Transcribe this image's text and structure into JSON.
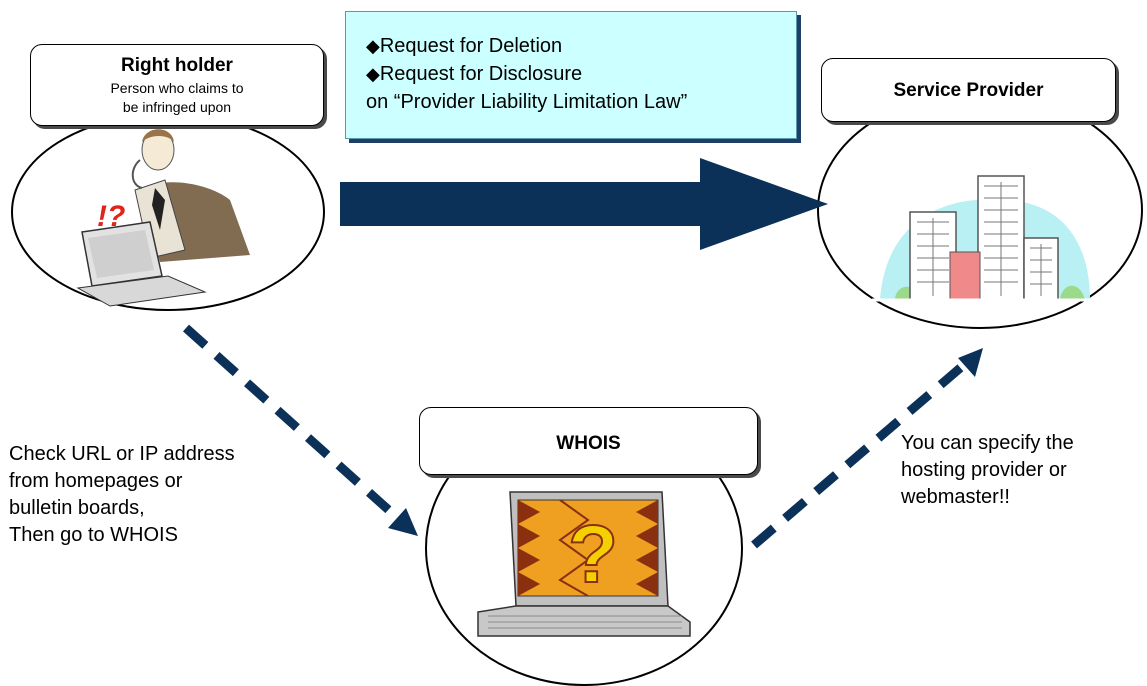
{
  "right_holder": {
    "title": "Right holder",
    "subtitle_line1": "Person who claims to",
    "subtitle_line2": "be infringed upon",
    "confusion_mark": "!?"
  },
  "request": {
    "bullet": "◆",
    "item1": "Request for Deletion",
    "item2": "Request for Disclosure",
    "item3": "on “Provider Liability Limitation Law”"
  },
  "service_provider": {
    "title": "Service Provider"
  },
  "whois": {
    "title": "WHOIS",
    "screen_mark": "?"
  },
  "captions": {
    "left_line1": "Check URL or IP address",
    "left_line2": "from homepages or",
    "left_line3": "bulletin boards,",
    "left_line4": "Then go to WHOIS",
    "right_line1": "You can specify the",
    "right_line2": "hosting provider or",
    "right_line3": "webmaster!!"
  },
  "colors": {
    "arrow": "#0c3158",
    "request_bg": "#ccffff",
    "building_sky": "#b9f0f4",
    "building_red": "#f08a8a",
    "screen_orange": "#f0a020",
    "screen_brown": "#8a3010"
  }
}
